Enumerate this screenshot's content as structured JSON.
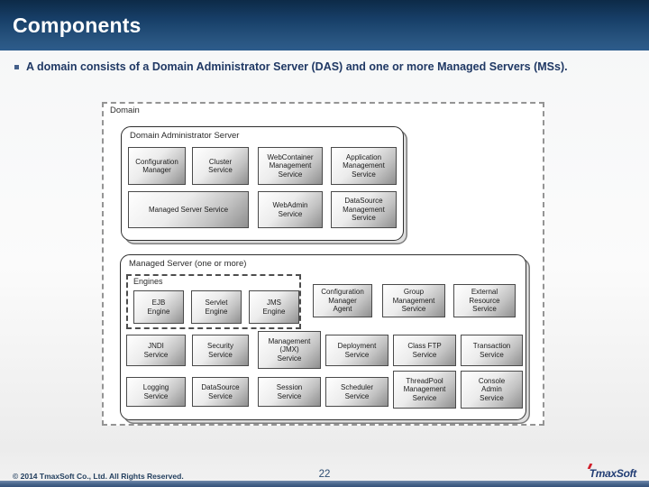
{
  "slide": {
    "title": "Components",
    "bullet": "A domain consists of a Domain Administrator Server (DAS) and one or more Managed Servers (MSs).",
    "copyright": "© 2014 TmaxSoft Co., Ltd. All Rights Reserved.",
    "page_number": "22",
    "logo_text": "TmaxSoft",
    "colors": {
      "header_top": "#0d2a47",
      "header_bottom": "#2d5c8c",
      "bullet_text": "#1f3864",
      "footer_bar": "#46648a",
      "logo_navy": "#233e75",
      "logo_red": "#d01e2a"
    }
  },
  "diagram": {
    "domain_label": "Domain",
    "das": {
      "label": "Domain Administrator Server",
      "boxes": [
        "Configuration\nManager",
        "Cluster\nService",
        "WebContainer\nManagement\nService",
        "Application\nManagement\nService",
        "Managed Server Service",
        "WebAdmin\nService",
        "DataSource\nManagement\nService"
      ]
    },
    "managed_server": {
      "label": "Managed Server (one or more)",
      "engines": {
        "label": "Engines",
        "boxes": [
          "EJB\nEngine",
          "Servlet\nEngine",
          "JMS\nEngine"
        ]
      },
      "boxes_top": [
        "Configuration\nManager\nAgent",
        "Group\nManagement\nService",
        "External\nResource\nService"
      ],
      "boxes_row1": [
        "JNDI\nService",
        "Security\nService",
        "Management\n(JMX)\nService",
        "Deployment\nService",
        "Class FTP\nService",
        "Transaction\nService"
      ],
      "boxes_row2": [
        "Logging\nService",
        "DataSource\nService",
        "Session\nService",
        "Scheduler\nService",
        "ThreadPool\nManagement\nService",
        "Console\nAdmin\nService"
      ]
    }
  }
}
